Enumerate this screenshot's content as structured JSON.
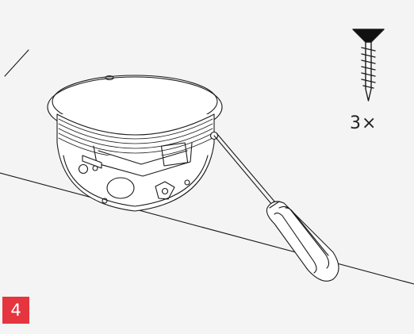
{
  "screw_count": "3×",
  "step_number": "4",
  "icons": {
    "screw": "screw-icon",
    "device": "smoke-detector-base",
    "tool": "screwdriver"
  },
  "colors": {
    "step_badge": "#e5353f",
    "line": "#1a1a1a",
    "background": "#f4f4f4"
  }
}
